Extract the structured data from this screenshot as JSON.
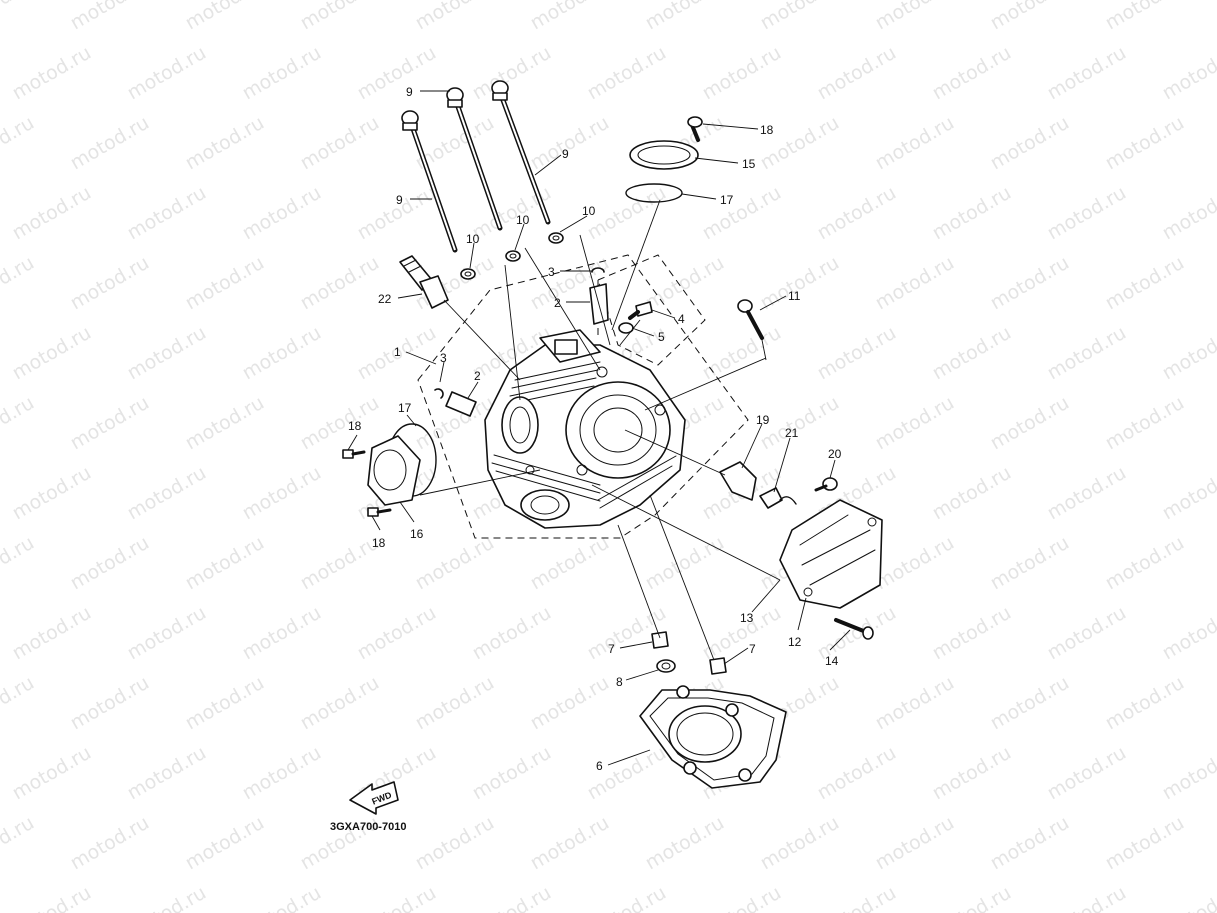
{
  "watermark": "motod.ru",
  "diagram_code": "3GXA700-7010",
  "fwd_label": "FWD",
  "callouts": [
    {
      "id": "c9a",
      "label": "9"
    },
    {
      "id": "c9b",
      "label": "9"
    },
    {
      "id": "c9c",
      "label": "9"
    },
    {
      "id": "c10a",
      "label": "10"
    },
    {
      "id": "c10b",
      "label": "10"
    },
    {
      "id": "c10c",
      "label": "10"
    },
    {
      "id": "c3a",
      "label": "3"
    },
    {
      "id": "c3b",
      "label": "3"
    },
    {
      "id": "c2a",
      "label": "2"
    },
    {
      "id": "c2b",
      "label": "2"
    },
    {
      "id": "c22",
      "label": "22"
    },
    {
      "id": "c1",
      "label": "1"
    },
    {
      "id": "c4",
      "label": "4"
    },
    {
      "id": "c5",
      "label": "5"
    },
    {
      "id": "c11",
      "label": "11"
    },
    {
      "id": "c18a",
      "label": "18"
    },
    {
      "id": "c15",
      "label": "15"
    },
    {
      "id": "c17a",
      "label": "17"
    },
    {
      "id": "c17b",
      "label": "17"
    },
    {
      "id": "c18b",
      "label": "18"
    },
    {
      "id": "c18c",
      "label": "18"
    },
    {
      "id": "c16",
      "label": "16"
    },
    {
      "id": "c19",
      "label": "19"
    },
    {
      "id": "c21",
      "label": "21"
    },
    {
      "id": "c20",
      "label": "20"
    },
    {
      "id": "c13",
      "label": "13"
    },
    {
      "id": "c12",
      "label": "12"
    },
    {
      "id": "c14",
      "label": "14"
    },
    {
      "id": "c7a",
      "label": "7"
    },
    {
      "id": "c7b",
      "label": "7"
    },
    {
      "id": "c8",
      "label": "8"
    },
    {
      "id": "c6",
      "label": "6"
    }
  ]
}
